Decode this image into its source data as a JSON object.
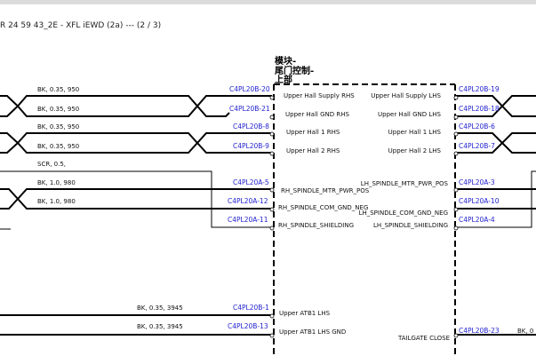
{
  "header": {
    "title": "R 24 59 43_2E - XFL iEWD (2a) --- (2 / 3)"
  },
  "module": {
    "title_lines": [
      "模块-",
      "尾门控制-",
      "上部"
    ]
  },
  "rows": [
    {
      "wire": "BK, 0.35, 950",
      "left_pin": "C4PL20B-20",
      "inner_left": "Upper Hall Supply RHS",
      "inner_right": "Upper Hall Supply LHS",
      "right_pin": "C4PL20B-19"
    },
    {
      "wire": "BK, 0.35, 950",
      "left_pin": "C4PL20B-21",
      "inner_left": "Upper Hall GND RHS",
      "inner_right": "Upper Hall GND LHS",
      "right_pin": "C4PL20B-18"
    },
    {
      "wire": "BK, 0.35, 950",
      "left_pin": "C4PL20B-8",
      "inner_left": "Upper Hall 1 RHS",
      "inner_right": "Upper Hall 1 LHS",
      "right_pin": "C4PL20B-6"
    },
    {
      "wire": "BK, 0.35, 950",
      "left_pin": "C4PL20B-9",
      "inner_left": "Upper Hall 2 RHS",
      "inner_right": "Upper Hall 2 LHS",
      "right_pin": "C4PL20B-7"
    },
    {
      "wire": "SCR, 0.5,",
      "left_pin": "",
      "inner_left": "",
      "inner_right": "",
      "right_pin": ""
    },
    {
      "wire": "BK, 1.0, 980",
      "left_pin": "C4PL20A-5",
      "inner_left": "RH_SPINDLE_MTR_PWR_POS",
      "inner_right": "LH_SPINDLE_MTR_PWR_POS",
      "right_pin": "C4PL20A-3"
    },
    {
      "wire": "BK, 1.0, 980",
      "left_pin": "C4PL20A-12",
      "inner_left": "RH_SPINDLE_COM_GND_NEG",
      "inner_right": "LH_SPINDLE_COM_GND_NEG",
      "right_pin": "C4PL20A-10"
    },
    {
      "wire": "",
      "left_pin": "C4PL20A-11",
      "inner_left": "RH_SPINDLE_SHIELDING",
      "inner_right": "LH_SPINDLE_SHIELDING",
      "right_pin": "C4PL20A-4"
    },
    {
      "wire": "BK, 0.35, 3945",
      "left_pin": "C4PL20B-1",
      "inner_left": "Upper ATB1 LHS",
      "inner_right": "",
      "right_pin": ""
    },
    {
      "wire": "BK, 0.35, 3945",
      "left_pin": "C4PL20B-13",
      "inner_left": "Upper ATB1 LHS GND",
      "inner_right": "TAILGATE CLOSE",
      "right_pin": "C4PL20B-23"
    }
  ],
  "right_edge": {
    "wire_partial": "BK, 0"
  }
}
